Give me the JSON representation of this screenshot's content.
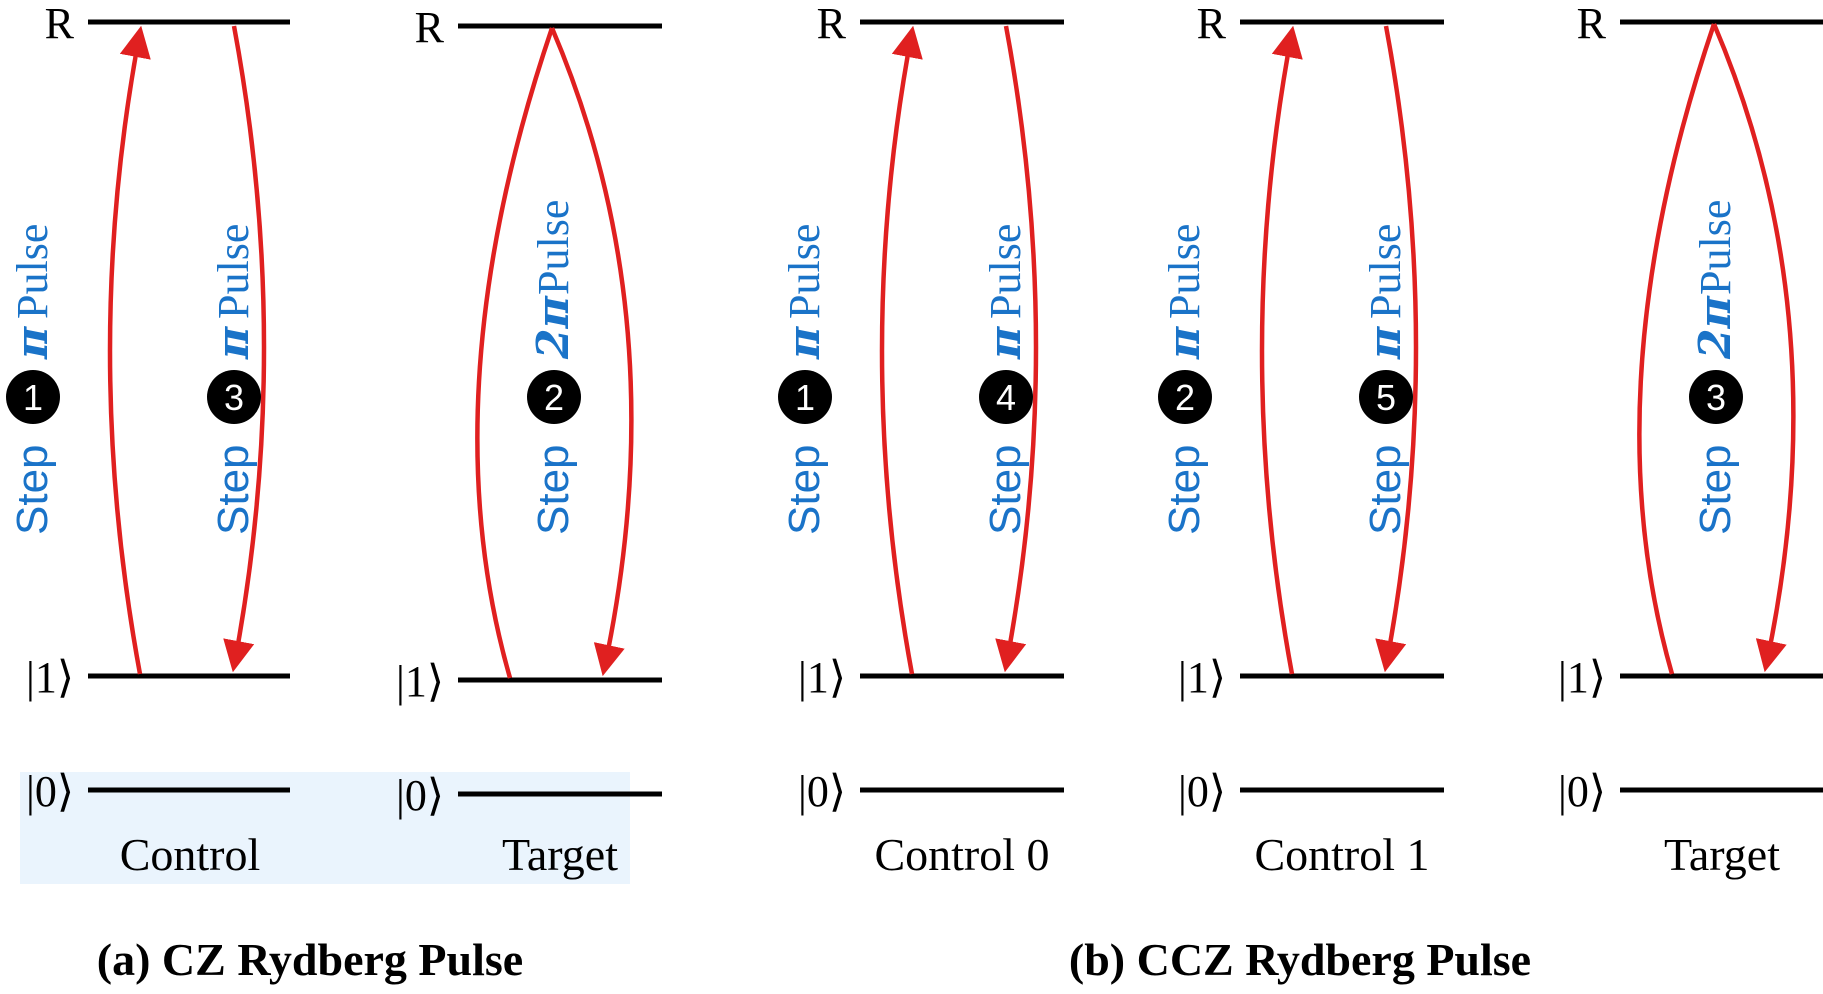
{
  "colors": {
    "level_line": "#000000",
    "arrow": "#e02020",
    "step_text": "#1a73c8",
    "step_badge": "#000000",
    "highlight": "#eaf4fd"
  },
  "levels": {
    "rydberg": "R",
    "one": "|1⟩",
    "zero": "|0⟩"
  },
  "panels": [
    {
      "caption": "(a) CZ Rydberg Pulse",
      "qubits": [
        {
          "name": "Control",
          "pulses": [
            {
              "step_word": "Step",
              "number": "1",
              "symbol": "π",
              "word": "Pulse",
              "direction": "up"
            },
            {
              "step_word": "Step",
              "number": "3",
              "symbol": "π",
              "word": "Pulse",
              "direction": "down"
            }
          ]
        },
        {
          "name": "Target",
          "pulses": [
            {
              "step_word": "Step",
              "number": "2",
              "symbol": "2π",
              "word": "Pulse",
              "direction": "cycle"
            }
          ]
        }
      ]
    },
    {
      "caption": "(b) CCZ Rydberg Pulse",
      "qubits": [
        {
          "name": "Control 0",
          "pulses": [
            {
              "step_word": "Step",
              "number": "1",
              "symbol": "π",
              "word": "Pulse",
              "direction": "up"
            },
            {
              "step_word": "Step",
              "number": "4",
              "symbol": "π",
              "word": "Pulse",
              "direction": "down"
            }
          ]
        },
        {
          "name": "Control 1",
          "pulses": [
            {
              "step_word": "Step",
              "number": "2",
              "symbol": "π",
              "word": "Pulse",
              "direction": "up"
            },
            {
              "step_word": "Step",
              "number": "5",
              "symbol": "π",
              "word": "Pulse",
              "direction": "down"
            }
          ]
        },
        {
          "name": "Target",
          "pulses": [
            {
              "step_word": "Step",
              "number": "3",
              "symbol": "2π",
              "word": "Pulse",
              "direction": "cycle"
            }
          ]
        }
      ]
    }
  ]
}
